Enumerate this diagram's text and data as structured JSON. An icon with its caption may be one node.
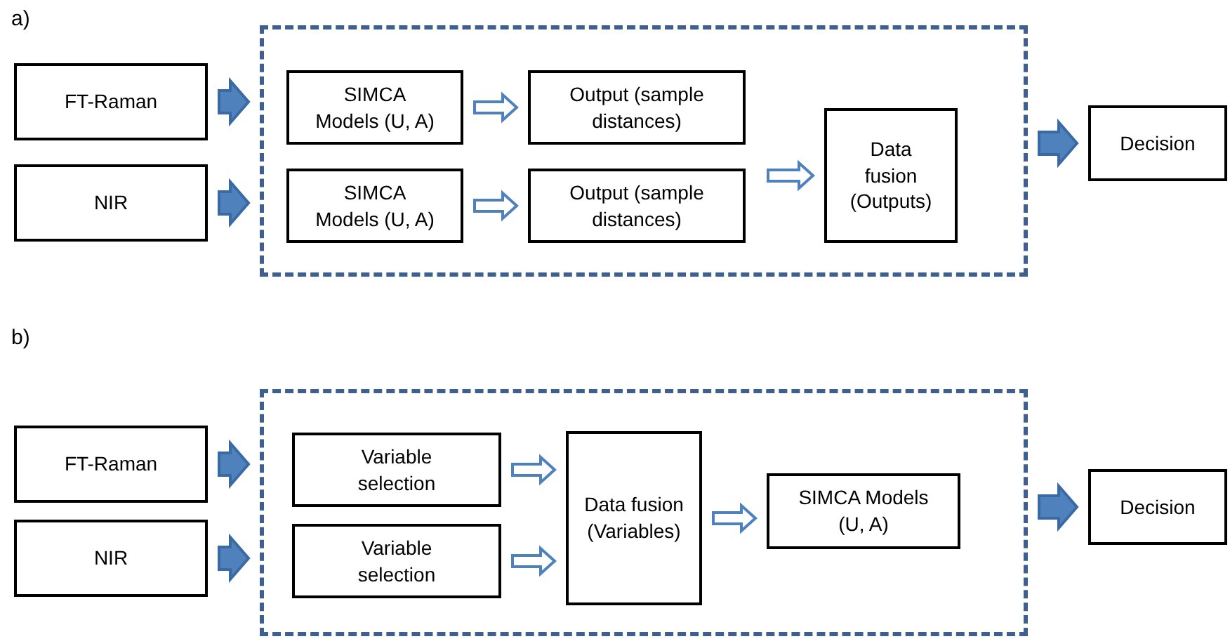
{
  "diagram": {
    "nodes": [
      {
        "text": [
          "FT-Raman"
        ]
      },
      {
        "text": [
          "NIR"
        ]
      },
      {
        "text": [],
        "shape": "box"
      },
      {
        "text": [
          "SIMCA Models (U, A)"
        ],
        "in": 2
      },
      {
        "text": [
          "Output (sample distances)"
        ],
        "in": 2
      },
      {
        "text": [
          "SIMCA Models (U, A)"
        ],
        "in": 2
      },
      {
        "text": [
          "Output (sample distances)"
        ],
        "in": 2
      },
      {
        "text": [
          "Data fusion (Outputs)"
        ],
        "in": 2
      },
      {
        "text": [
          "Decision"
        ]
      },
      {
        "text": [
          "FT-Raman"
        ]
      },
      {
        "text": [
          "NIR"
        ]
      },
      {
        "text": [],
        "shape": "box"
      },
      {
        "text": [
          "Variable selection"
        ],
        "in": 11
      },
      {
        "text": [
          "Variable selection"
        ],
        "in": 11
      },
      {
        "text": [
          "Data fusion (Variables)"
        ],
        "in": 11
      },
      {
        "text": [
          "SIMCA Models (U, A)"
        ],
        "in": 11
      },
      {
        "text": [
          "Decision"
        ]
      }
    ],
    "edges": [
      {
        "from": 0,
        "to": 2,
        "arrow": "to",
        "style": "thick"
      },
      {
        "from": 1,
        "to": 2,
        "arrow": "to",
        "style": "thick"
      },
      {
        "from": 3,
        "to": 4,
        "arrow": "to"
      },
      {
        "from": 5,
        "to": 6,
        "arrow": "to"
      },
      {
        "from": 4,
        "to": 7,
        "arrow": "to"
      },
      {
        "from": 6,
        "to": 7,
        "arrow": "to"
      },
      {
        "from": 2,
        "to": 8,
        "arrow": "to",
        "style": "thick"
      },
      {
        "from": 9,
        "to": 11,
        "arrow": "to",
        "style": "thick"
      },
      {
        "from": 10,
        "to": 11,
        "arrow": "to",
        "style": "thick"
      },
      {
        "from": 12,
        "to": 14,
        "arrow": "to"
      },
      {
        "from": 13,
        "to": 14,
        "arrow": "to"
      },
      {
        "from": 14,
        "to": 15,
        "arrow": "to"
      },
      {
        "from": 11,
        "to": 16,
        "arrow": "to",
        "style": "thick"
      }
    ],
    "labels": [
      "a)",
      "b)"
    ]
  }
}
